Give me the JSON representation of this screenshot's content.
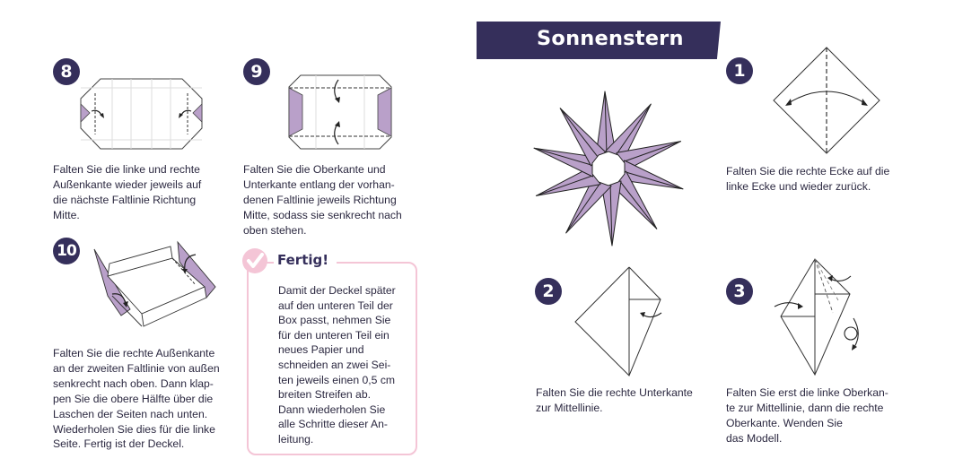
{
  "colors": {
    "navy": "#352f5b",
    "lilac": "#b9a0c9",
    "pink_border": "#f4c5d6",
    "text": "#2b2840"
  },
  "left_page": {
    "steps": [
      {
        "number": "8",
        "lines": [
          "Falten Sie die linke und rechte",
          "Außenkante wieder jeweils auf",
          "die nächste Faltlinie Richtung",
          "Mitte."
        ]
      },
      {
        "number": "9",
        "lines": [
          "Falten Sie die Oberkante und",
          "Unterkante entlang der vorhan-",
          "denen Faltlinie jeweils Richtung",
          "Mitte, sodass sie senkrecht nach",
          "oben stehen."
        ]
      },
      {
        "number": "10",
        "lines": [
          "Falten Sie die rechte Außenkante",
          "an der zweiten Faltlinie von außen",
          "senkrecht nach oben. Dann klap-",
          "pen Sie die obere Hälfte  über die",
          "Laschen der Seiten nach unten.",
          "Wiederholen Sie dies für die linke",
          "Seite. Fertig ist der Deckel."
        ]
      }
    ],
    "fertig_box": {
      "title": "Fertig!",
      "icon": "checkmark-icon",
      "lines": [
        "Damit der Deckel später",
        "auf den unteren Teil der",
        "Box passt, nehmen Sie",
        "für den unteren Teil ein",
        "neues Papier und",
        "schneiden an zwei Sei-",
        "ten jeweils einen 0,5 cm",
        "breiten Streifen ab.",
        "Dann wiederholen Sie",
        "alle Schritte dieser An-",
        "leitung."
      ]
    }
  },
  "right_page": {
    "title": "Sonnenstern",
    "steps": [
      {
        "number": "1",
        "lines": [
          "Falten Sie die rechte Ecke auf die",
          "linke Ecke und wieder zurück."
        ]
      },
      {
        "number": "2",
        "lines": [
          "Falten Sie die rechte Unterkante",
          "zur Mittellinie."
        ]
      },
      {
        "number": "3",
        "lines": [
          "Falten Sie erst die linke Oberkan-",
          "te zur Mittellinie, dann die rechte",
          "Oberkante. Wenden Sie",
          "das Modell."
        ]
      }
    ]
  }
}
